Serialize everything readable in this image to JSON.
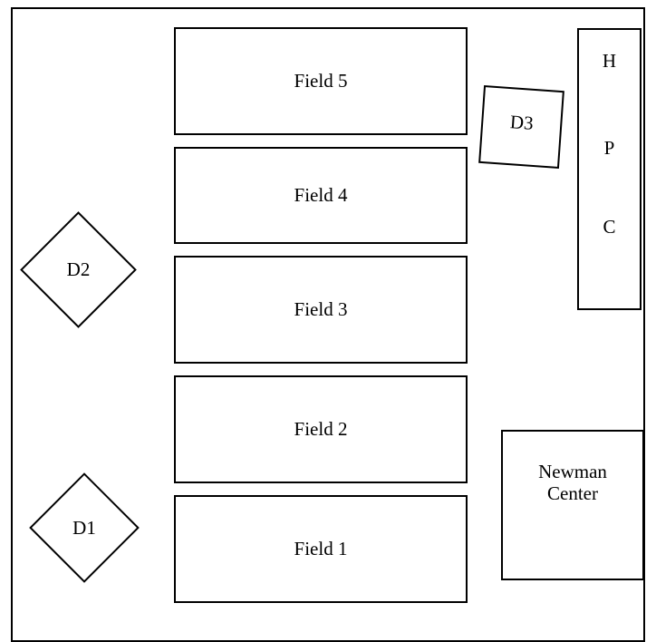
{
  "fields": [
    {
      "id": "field-5",
      "label": "Field 5"
    },
    {
      "id": "field-4",
      "label": "Field 4"
    },
    {
      "id": "field-3",
      "label": "Field 3"
    },
    {
      "id": "field-2",
      "label": "Field 2"
    },
    {
      "id": "field-1",
      "label": "Field 1"
    }
  ],
  "markers": {
    "d1": "D1",
    "d2": "D2",
    "d3": "D3"
  },
  "hpc": {
    "letters": [
      "H",
      "P",
      "C"
    ]
  },
  "newman": {
    "line1": "Newman",
    "line2": "Center"
  },
  "colors": {
    "stroke": "#000000",
    "background": "#ffffff"
  }
}
